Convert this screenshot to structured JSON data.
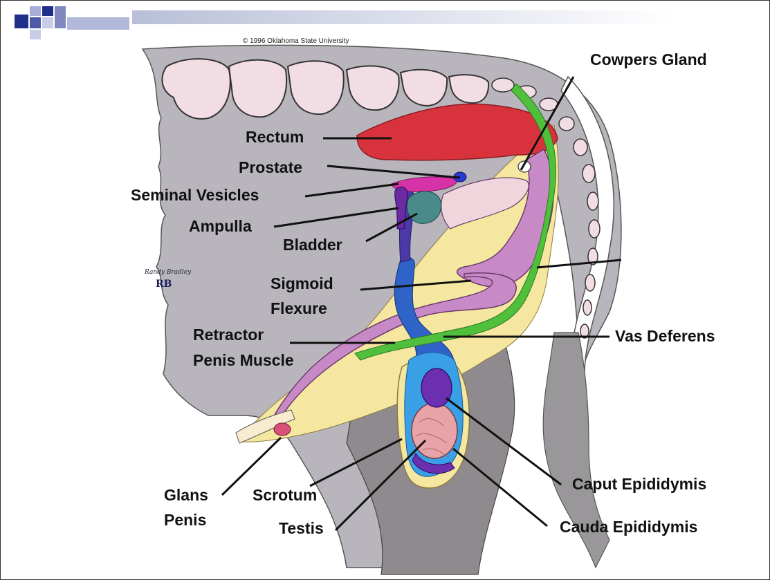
{
  "copyright": "© 1996 Oklahoma State University",
  "artist_signature": "Randy Bradley",
  "artist_monogram": "RB",
  "labels": {
    "cowpers_gland": "Cowpers Gland",
    "rectum": "Rectum",
    "prostate": "Prostate",
    "seminal_vesicles": "Seminal Vesicles",
    "ampulla": "Ampulla",
    "bladder": "Bladder",
    "sigmoid_line1": "Sigmoid",
    "sigmoid_line2": "Flexure",
    "retractor_line1": "Retractor",
    "retractor_line2": "Penis Muscle",
    "vas_deferens": "Vas Deferens",
    "caput_epididymis": "Caput Epididymis",
    "cauda_epididymis": "Cauda Epididymis",
    "glans_line1": "Glans",
    "glans_line2": "Penis",
    "scrotum": "Scrotum",
    "testis": "Testis"
  },
  "colors": {
    "body": "#b9b5bc",
    "leg": "#8e8a8e",
    "rectum": "#d8333d",
    "urethra": "#2f63c8",
    "vas_deferens": "#4fbf3c",
    "penis": "#c88ac6",
    "sheath": "#f5e6a0",
    "testis": "#e7a3a8",
    "epididymis": "#6b2fb0",
    "vertebra": "#f3dde4"
  }
}
